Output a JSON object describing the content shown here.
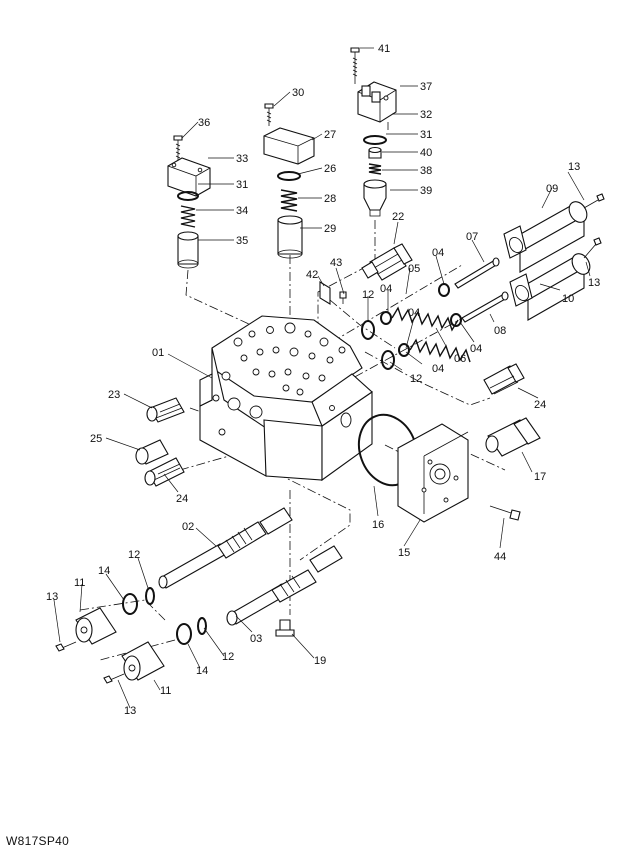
{
  "figure": {
    "reference_code": "W817SP40"
  },
  "callouts": [
    {
      "id": "c41",
      "text": "41"
    },
    {
      "id": "c30",
      "text": "30"
    },
    {
      "id": "c37",
      "text": "37"
    },
    {
      "id": "c36",
      "text": "36"
    },
    {
      "id": "c32",
      "text": "32"
    },
    {
      "id": "c27",
      "text": "27"
    },
    {
      "id": "c31a",
      "text": "31"
    },
    {
      "id": "c33",
      "text": "33"
    },
    {
      "id": "c40",
      "text": "40"
    },
    {
      "id": "c26",
      "text": "26"
    },
    {
      "id": "c38",
      "text": "38"
    },
    {
      "id": "c13a",
      "text": "13"
    },
    {
      "id": "c31b",
      "text": "31"
    },
    {
      "id": "c09",
      "text": "09"
    },
    {
      "id": "c39",
      "text": "39"
    },
    {
      "id": "c28",
      "text": "28"
    },
    {
      "id": "c34",
      "text": "34"
    },
    {
      "id": "c22",
      "text": "22"
    },
    {
      "id": "c29",
      "text": "29"
    },
    {
      "id": "c07",
      "text": "07"
    },
    {
      "id": "c35",
      "text": "35"
    },
    {
      "id": "c43",
      "text": "43"
    },
    {
      "id": "c42",
      "text": "42"
    },
    {
      "id": "c05",
      "text": "05"
    },
    {
      "id": "c04a",
      "text": "04"
    },
    {
      "id": "c13b",
      "text": "13"
    },
    {
      "id": "c12a",
      "text": "12"
    },
    {
      "id": "c04b",
      "text": "04"
    },
    {
      "id": "c10",
      "text": "10"
    },
    {
      "id": "c08",
      "text": "08"
    },
    {
      "id": "c01",
      "text": "01"
    },
    {
      "id": "c04c",
      "text": "04"
    },
    {
      "id": "c06",
      "text": "06"
    },
    {
      "id": "c04d",
      "text": "04"
    },
    {
      "id": "c12b",
      "text": "12"
    },
    {
      "id": "c23",
      "text": "23"
    },
    {
      "id": "c24a",
      "text": "24"
    },
    {
      "id": "c25",
      "text": "25"
    },
    {
      "id": "c17",
      "text": "17"
    },
    {
      "id": "c24b",
      "text": "24"
    },
    {
      "id": "c16",
      "text": "16"
    },
    {
      "id": "c15",
      "text": "15"
    },
    {
      "id": "c02",
      "text": "02"
    },
    {
      "id": "c44",
      "text": "44"
    },
    {
      "id": "c12c",
      "text": "12"
    },
    {
      "id": "c14a",
      "text": "14"
    },
    {
      "id": "c11a",
      "text": "11"
    },
    {
      "id": "c13c",
      "text": "13"
    },
    {
      "id": "c03",
      "text": "03"
    },
    {
      "id": "c12d",
      "text": "12"
    },
    {
      "id": "c19",
      "text": "19"
    },
    {
      "id": "c14b",
      "text": "14"
    },
    {
      "id": "c11b",
      "text": "11"
    },
    {
      "id": "c13d",
      "text": "13"
    }
  ]
}
